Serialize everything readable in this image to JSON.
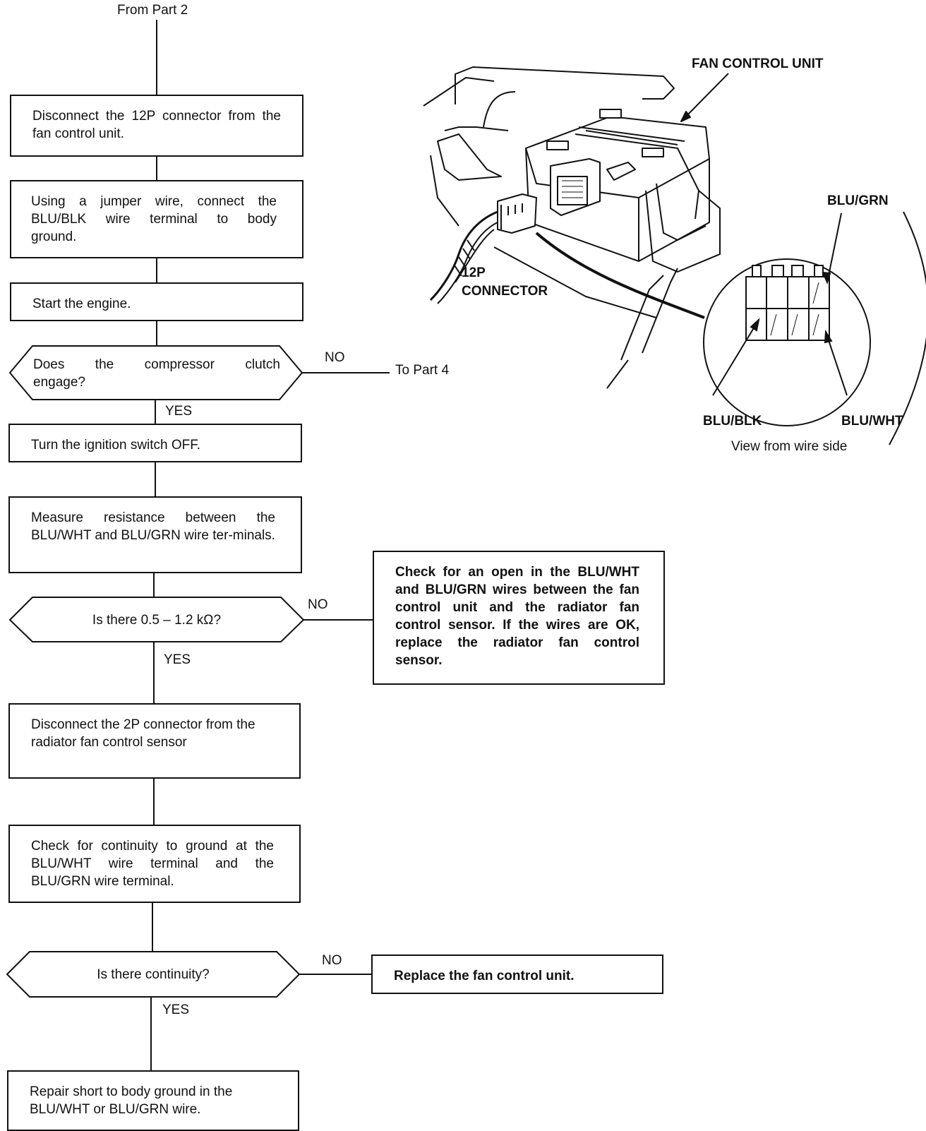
{
  "flow": {
    "from": "From Part 2",
    "steps": {
      "disconnect_12p": "Disconnect the 12P connector from the fan control unit.",
      "jumper": "Using a jumper wire, connect the BLU/BLK wire terminal to body ground.",
      "start_engine": "Start the engine.",
      "q_clutch": "Does the compressor clutch engage?",
      "ignition_off": "Turn the ignition switch OFF.",
      "measure": "Measure resistance between the BLU/WHT and BLU/GRN wire ter-minals.",
      "q_resistance": "Is there 0.5 – 1.2 kΩ?",
      "check_open": "Check for an open in the BLU/WHT and BLU/GRN wires between the fan control unit and the radiator fan control sensor. If the wires are OK, replace the radiator fan control sensor.",
      "disconnect_2p": "Disconnect the 2P connector from the radiator fan control sensor",
      "check_continuity": "Check for continuity to ground at the BLU/WHT wire terminal and the BLU/GRN wire terminal.",
      "q_continuity": "Is there continuity?",
      "replace_unit": "Replace the fan control unit.",
      "repair_short": "Repair short to body ground in the BLU/WHT or BLU/GRN wire."
    },
    "labels": {
      "no": "NO",
      "yes": "YES",
      "to_part4": "To Part 4"
    }
  },
  "illustration": {
    "fan_control_unit": "FAN CONTROL UNIT",
    "connector": "12P CONNECTOR",
    "blu_grn": "BLU/GRN",
    "blu_blk": "BLU/BLK",
    "blu_wht": "BLU/WHT",
    "view_caption": "View from wire side"
  }
}
